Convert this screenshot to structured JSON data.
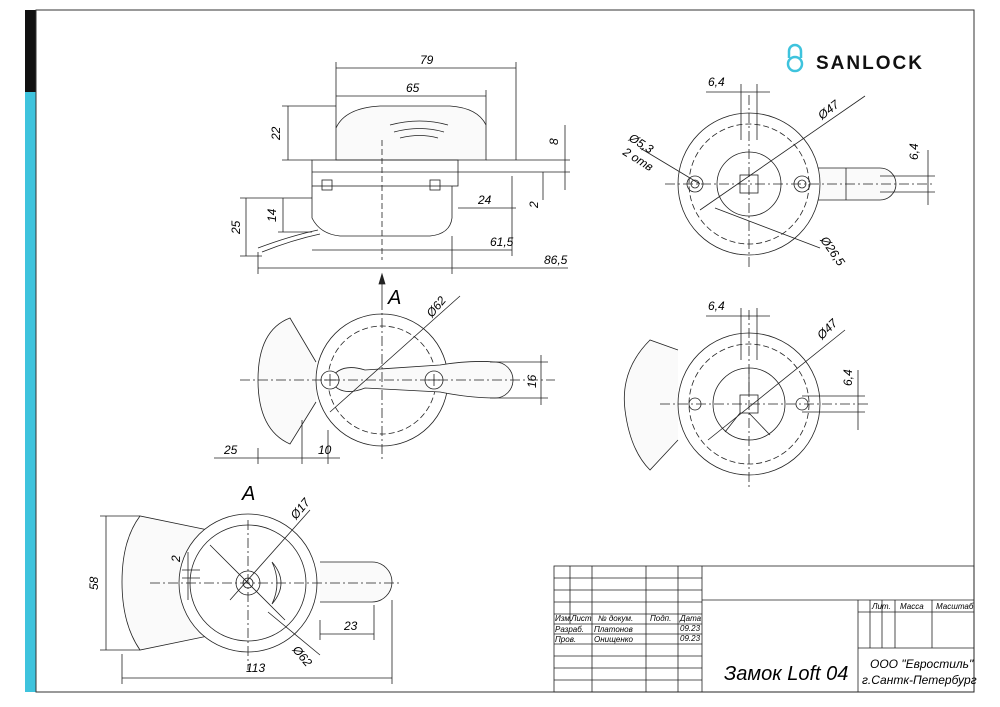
{
  "brand": {
    "name": "SANLOCK",
    "accent": "#3ec3dd",
    "dark_bar": "#111111"
  },
  "dims": {
    "top_view": {
      "d79": "79",
      "d65": "65",
      "d22": "22",
      "d8": "8",
      "d24": "24",
      "d2": "2",
      "d25": "25",
      "d14": "14",
      "d61_5": "61,5",
      "d86_5": "86,5"
    },
    "rear_view": {
      "d6_4a": "6,4",
      "d47": "Ø47",
      "d5_3": "Ø5,3",
      "holes": "2 отв",
      "d6_4b": "6,4",
      "d26_5": "Ø26,5"
    },
    "front_view": {
      "view_mark": "A",
      "d62": "Ø62",
      "d16": "16",
      "d25": "25",
      "d10": "10"
    },
    "side_view": {
      "d6_4a": "6,4",
      "d47": "Ø47",
      "d6_4b": "6,4"
    },
    "view_a": {
      "view_mark": "A",
      "d17": "Ø17",
      "d2": "2",
      "d58": "58",
      "d23": "23",
      "d62": "Ø62",
      "d113": "113"
    }
  },
  "title_block": {
    "headers": [
      "Изм.",
      "Лист",
      "№ докум.",
      "Подп.",
      "Дата"
    ],
    "rows": [
      {
        "role": "Разраб.",
        "name": "Платонов",
        "date": "09.23"
      },
      {
        "role": "Пров.",
        "name": "Онищенко",
        "date": "09.23"
      }
    ],
    "first_date": "09.23",
    "product": "Замок  Loft 04",
    "lit": "Лит.",
    "mass": "Масса",
    "scale": "Масштаб",
    "org_line1": "ООО \"Евростиль\"",
    "org_line2": "г.Сантк-Петербург"
  }
}
